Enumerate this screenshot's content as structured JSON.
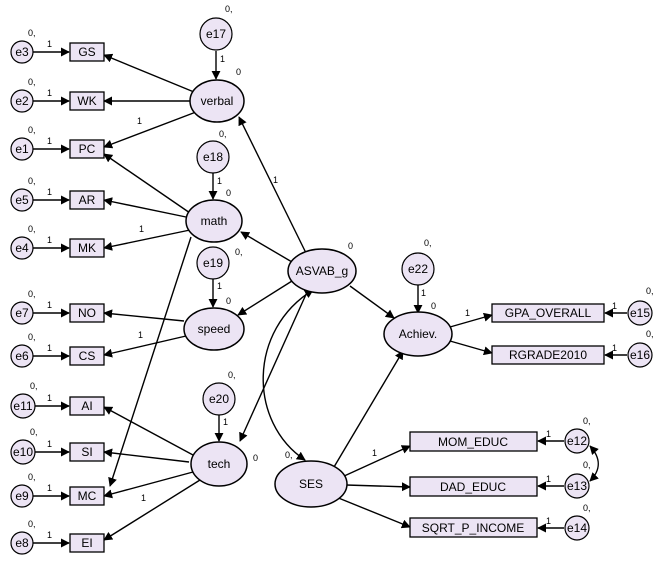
{
  "nodes": {
    "GS": "GS",
    "WK": "WK",
    "PC": "PC",
    "AR": "AR",
    "MK": "MK",
    "NO": "NO",
    "CS": "CS",
    "AI": "AI",
    "SI": "SI",
    "MC": "MC",
    "EI": "EI",
    "verbal": "verbal",
    "math": "math",
    "speed": "speed",
    "tech": "tech",
    "ASVAB_g": "ASVAB_g",
    "Achiev": "Achiev.",
    "SES": "SES",
    "GPA": "GPA_OVERALL",
    "RGRADE": "RGRADE2010",
    "MOM": "MOM_EDUC",
    "DAD": "DAD_EDUC",
    "INCOME": "SQRT_P_INCOME"
  },
  "errors": {
    "e1": "e1",
    "e2": "e2",
    "e3": "e3",
    "e4": "e4",
    "e5": "e5",
    "e6": "e6",
    "e7": "e7",
    "e8": "e8",
    "e9": "e9",
    "e10": "e10",
    "e11": "e11",
    "e12": "e12",
    "e13": "e13",
    "e14": "e14",
    "e15": "e15",
    "e16": "e16",
    "e17": "e17",
    "e18": "e18",
    "e19": "e19",
    "e20": "e20",
    "e22": "e22"
  },
  "labels": {
    "one": "1",
    "zero": "0",
    "zero_comma": "0,"
  }
}
